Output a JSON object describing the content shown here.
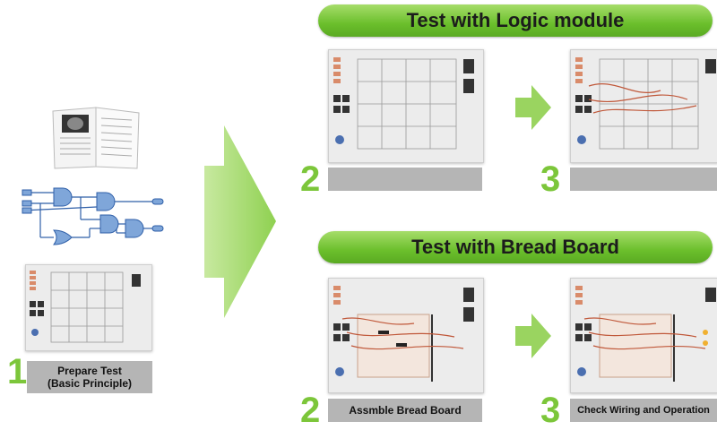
{
  "panels": {
    "logic_title": "Test with Logic module",
    "breadboard_title": "Test with Bread Board"
  },
  "steps": {
    "prepare": {
      "number": "1",
      "label_line1": "Prepare Test",
      "label_line2": "(Basic  Principle)"
    },
    "logic_step2": {
      "number": "2",
      "label": ""
    },
    "logic_step3": {
      "number": "3",
      "label": ""
    },
    "bread_step2": {
      "number": "2",
      "label": "Assmble Bread Board"
    },
    "bread_step3": {
      "number": "3",
      "label": "Check Wiring and Operation"
    }
  },
  "colors": {
    "accent_green": "#7cc63a",
    "label_gray": "#b5b5b5"
  }
}
